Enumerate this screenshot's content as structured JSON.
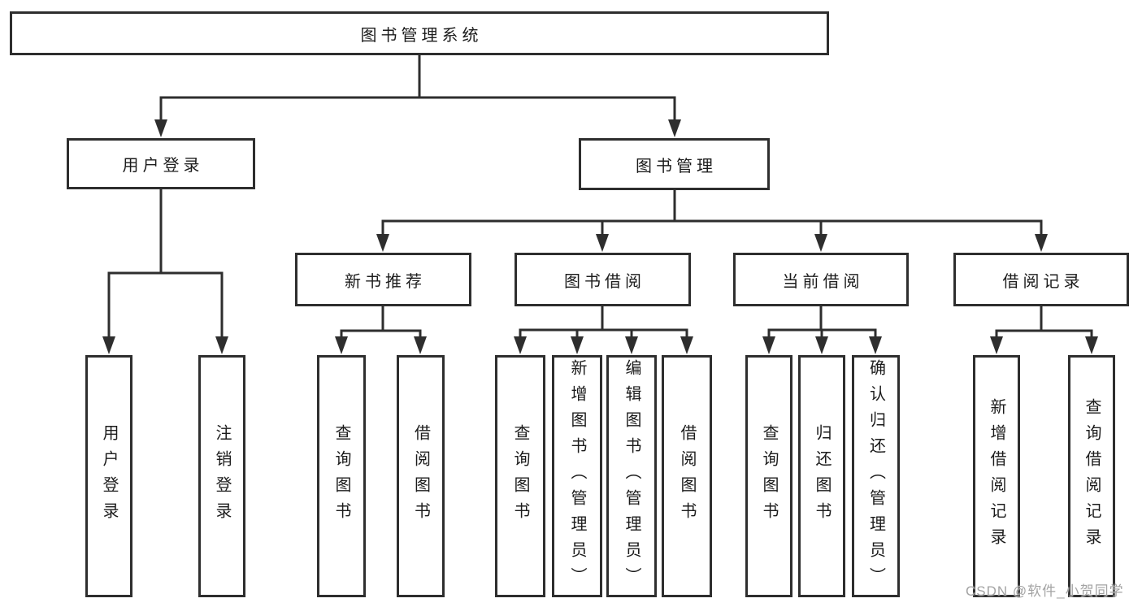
{
  "colors": {
    "background": "#ffffff",
    "line": "#2e2e2e",
    "box_border": "#2e2e2e",
    "text": "#1c1c1c",
    "watermark": "#a3a3a3"
  },
  "watermark": "CSDN @软件_小贺同学",
  "tree": {
    "root": "图书管理系统",
    "branches": [
      {
        "label": "用户登录",
        "children": [
          "用户登录",
          "注销登录"
        ]
      },
      {
        "label": "图书管理",
        "sections": [
          {
            "label": "新书推荐",
            "children": [
              "查询图书",
              "借阅图书"
            ]
          },
          {
            "label": "图书借阅",
            "children": [
              "查询图书",
              "新增图书（管理员）",
              "编辑图书（管理员）",
              "借阅图书"
            ]
          },
          {
            "label": "当前借阅",
            "children": [
              "查询图书",
              "归还图书",
              "确认归还（管理员）"
            ]
          },
          {
            "label": "借阅记录",
            "children": [
              "新增借阅记录",
              "查询借阅记录"
            ]
          }
        ]
      }
    ]
  }
}
